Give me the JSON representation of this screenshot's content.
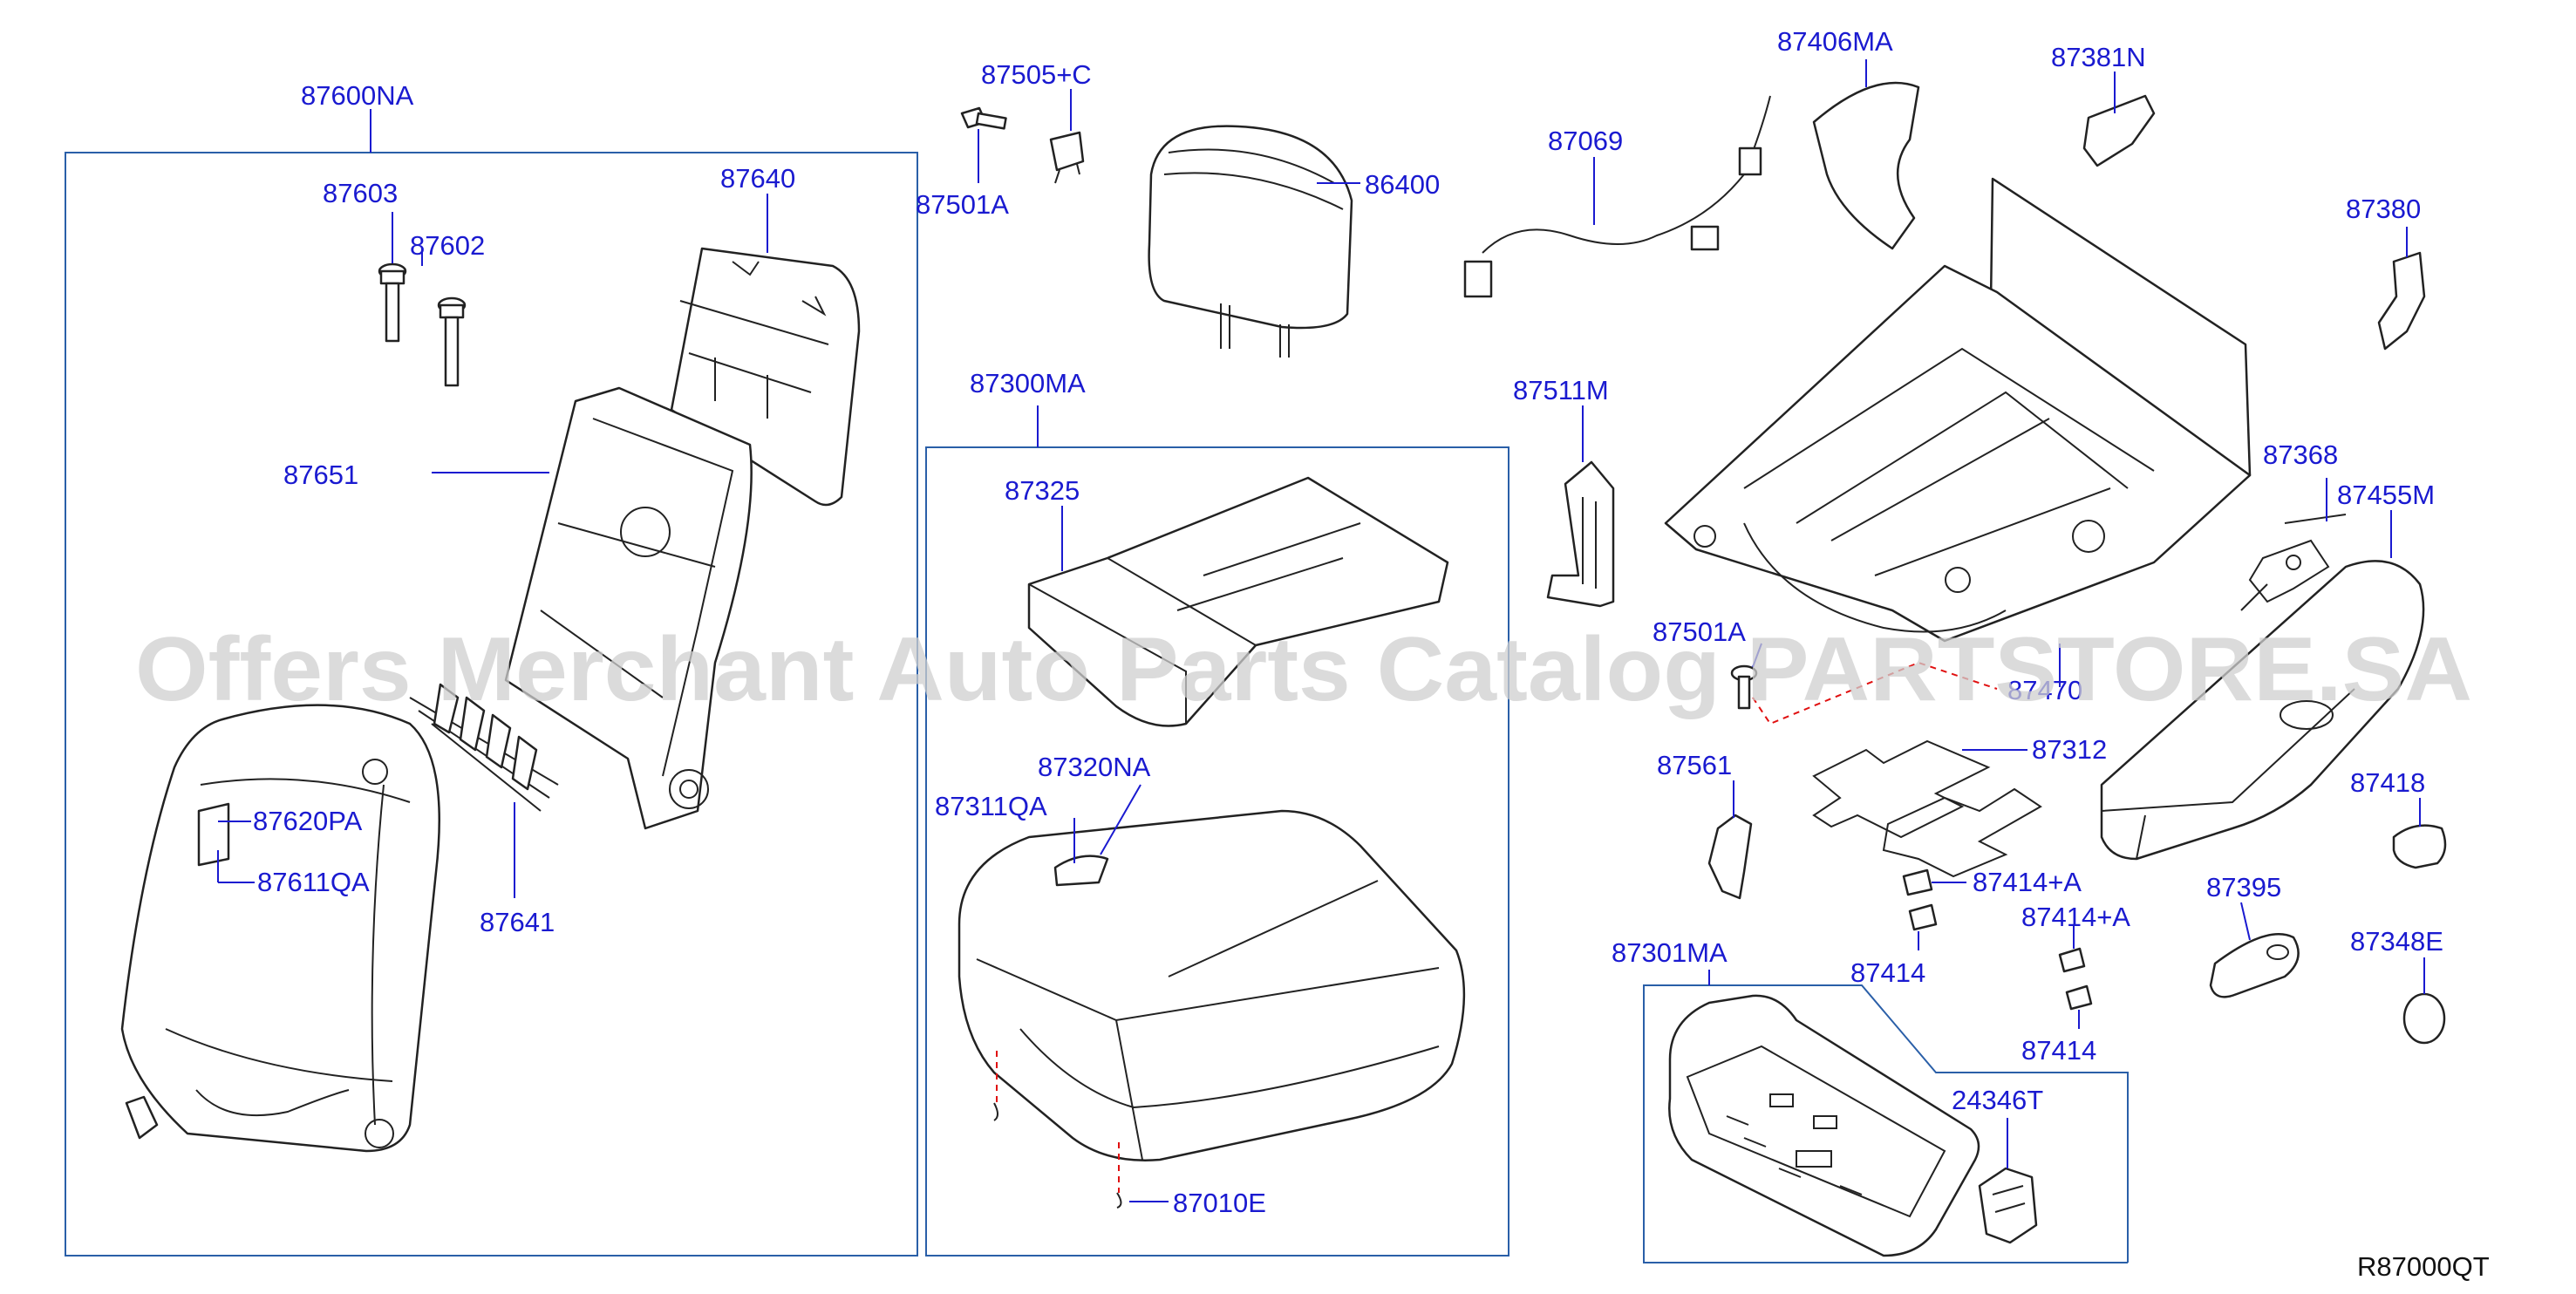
{
  "diagram": {
    "watermark": "Offers Merchant Auto Parts Catalog PARTSTORE.SA",
    "diagram_code": "R87000QT",
    "groups": {
      "back_assembly": "87600NA",
      "cushion_assembly": "87300MA",
      "side_cover": "87301MA"
    },
    "labels": {
      "p87603": "87603",
      "p87602": "87602",
      "p87640": "87640",
      "p87651": "87651",
      "p87620PA": "87620PA",
      "p87611QA": "87611QA",
      "p87641": "87641",
      "p87505C": "87505+C",
      "p87501A_top": "87501A",
      "p86400": "86400",
      "p87325": "87325",
      "p87320NA": "87320NA",
      "p87311QA": "87311QA",
      "p87010E": "87010E",
      "p87406MA": "87406MA",
      "p87069": "87069",
      "p87381N": "87381N",
      "p87380": "87380",
      "p87511M": "87511M",
      "p87368": "87368",
      "p87455M": "87455M",
      "p87501A_mid": "87501A",
      "p87470": "87470",
      "p87312": "87312",
      "p87561": "87561",
      "p87418": "87418",
      "p87414A_1": "87414+A",
      "p87414_1": "87414",
      "p87414A_2": "87414+A",
      "p87414_2": "87414",
      "p87395": "87395",
      "p87348E": "87348E",
      "p24346T": "24346T"
    }
  }
}
